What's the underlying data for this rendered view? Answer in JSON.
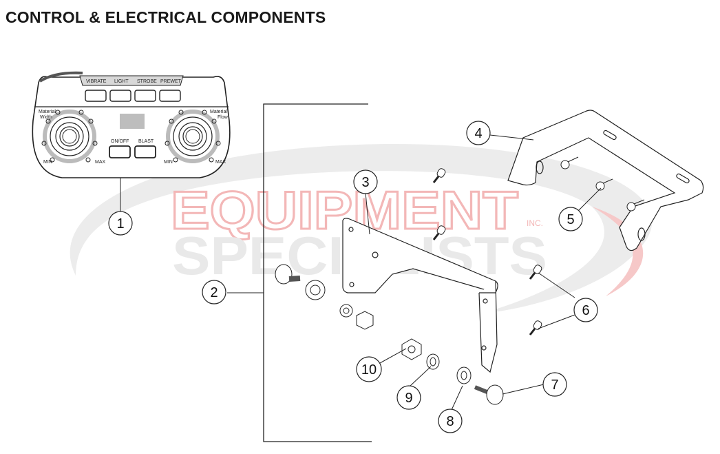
{
  "page": {
    "title": "CONTROL & ELECTRICAL COMPONENTS"
  },
  "watermark": {
    "line1": "EQUIPMENT",
    "line2": "SPECIALISTS",
    "suffix": "INC.",
    "color_red": "#f3b7b7",
    "color_gray": "#e9e9e9"
  },
  "controller": {
    "top_buttons": [
      "VIBRATE",
      "LIGHT",
      "STROBE",
      "PREWET"
    ],
    "center_buttons": [
      "ON/OFF",
      "BLAST"
    ],
    "left_knob": {
      "label_line1": "Material",
      "label_line2": "Width",
      "min": "MIN",
      "max": "MAX"
    },
    "right_knob": {
      "label_line1": "Material",
      "label_line2": "Flow",
      "min": "MIN",
      "max": "MAX"
    }
  },
  "callouts": [
    "1",
    "2",
    "3",
    "4",
    "5",
    "6",
    "7",
    "8",
    "9",
    "10"
  ]
}
